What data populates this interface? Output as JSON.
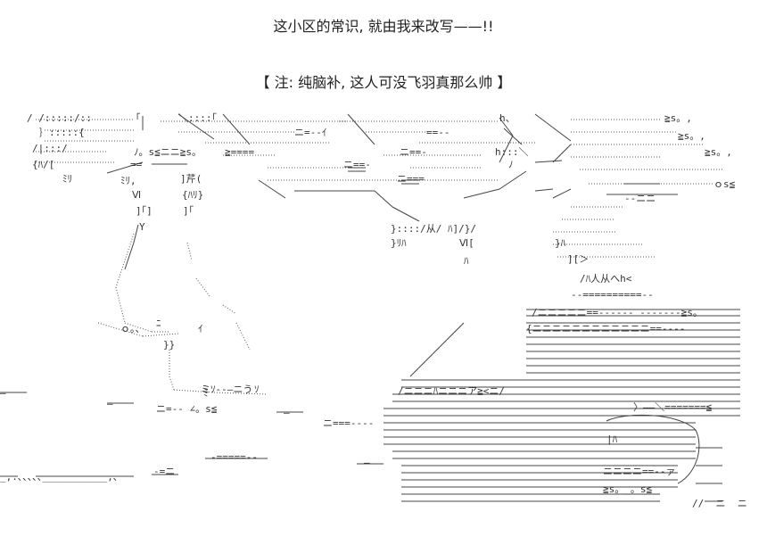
{
  "caption": {
    "line1": "这小区的常识, 就由我来改写——!!",
    "line2": "【 注: 纯脑补, 这人可没飞羽真那么帅 】"
  },
  "art_fragments": {
    "f1": "/ /:::::/::",
    "f2": "｢",
    "f3": "＼::::｢",
    "f4": "h、",
    "f5": "≧s。,",
    "f6": "≧s。,",
    "f7": "≧s。,",
    "f8": "ｏs≦",
    "f9": "｝:::::{",
    "f10": "/|:::/",
    "f11": "ﾉ。s≦ニニ≧s。",
    "f12": "≧====",
    "f13": "ニ=--ｲ",
    "f14": "==--",
    "f15": "h:::＼",
    "f16": "{ﾊ/[",
    "f17": "==",
    "f18": "ニ==-",
    "f19": "ニ==-",
    "f20": "ﾉ",
    "f21": "ﾐﾘ",
    "f22": "ﾐﾘ,",
    "f23": "]芹(",
    "f24": "Ⅵ",
    "f25": "{ﾊﾘ}",
    "f26": "]｢]",
    "f27": "]｢",
    "f28": "Y",
    "f29": "ニ===",
    "f30": "--ニニ",
    "f31": "}::::/从/ ﾊ]/}/",
    "f32": "}ﾘﾊ",
    "f33": "Ⅵ[",
    "f34": "ﾊ",
    "f35": "}ﾊ",
    "f36": "][＞",
    "f37": "/ﾊ人从へh<",
    "f38": "--==========--",
    "f39": "/ニニニニニ==------ -------≧s。",
    "f40": "{ニニニニニニニニニニニニ==----",
    "f41": "ｏ｡、",
    "f42": "ﾆ",
    "f43": "ｲ",
    "f44": "}}",
    "f45": "ミｿ--―ニう",
    "f46": "ニ=-- ∠。s≦",
    "f47": "ニ===----",
    "f48": "〉――＼=======≦",
    "f49": "ニニニニ==--ァ",
    "f50": "≧s。_。s≦",
    "f51": "/ニニニﾊニニニア≧<ニ/",
    "f52": "|ﾊ",
    "f53": "//  ニ  ニ",
    "f54": "―",
    "f55": "―",
    "f56": "―",
    "f57": "-=ニ",
    "f58": "-=====--",
    "f59": "―",
    "f60": "_,.､､､､､___________,､",
    "f61": "ﾐ",
    "f62": "ｿ"
  }
}
